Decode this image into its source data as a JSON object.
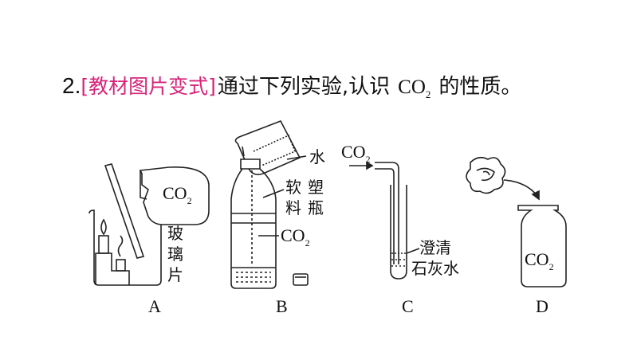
{
  "question": {
    "number": "2.",
    "tag": "[教材图片变式]",
    "text": "通过下列实验,认识",
    "co2_main": "CO",
    "co2_sub": "2",
    "tail": "的性质。"
  },
  "figure": {
    "co2_main": "CO",
    "co2_sub": "2",
    "label_glass": [
      "玻",
      "璃",
      "片"
    ],
    "label_water": "水",
    "label_bottle": [
      "软",
      "塑",
      "料",
      "瓶"
    ],
    "label_limewater_1": "澄清",
    "label_limewater_2": "石灰水",
    "panel_labels": [
      "A",
      "B",
      "C",
      "D"
    ]
  }
}
